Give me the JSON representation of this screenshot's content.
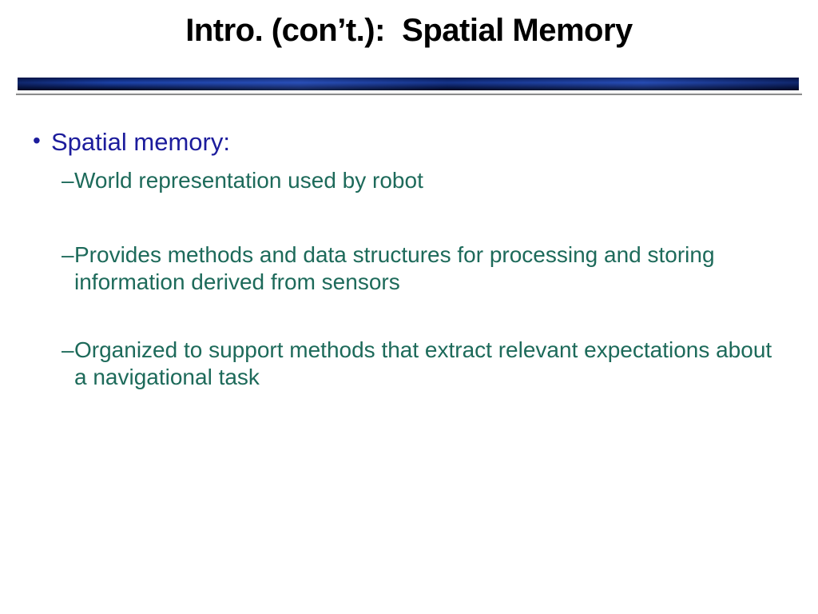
{
  "slide": {
    "title": "Intro. (con’t.):  Spatial Memory",
    "bullets": {
      "level1": {
        "marker": "•",
        "text": "Spatial memory:"
      },
      "level2": [
        {
          "marker": "–",
          "text": "World representation used by robot"
        },
        {
          "marker": "–",
          "text": "Provides methods and data structures for processing and storing information derived from sensors"
        },
        {
          "marker": "–",
          "text": "Organized to support methods that extract relevant expectations about a navigational task"
        }
      ]
    },
    "colors": {
      "title_text": "#000000",
      "level1_text": "#1c1c9c",
      "level2_text": "#1d6a5a",
      "bar_primary": "#1b41a6",
      "bar_dark": "#03102f",
      "shadow_line": "#5a5a5a",
      "background": "#ffffff"
    }
  }
}
